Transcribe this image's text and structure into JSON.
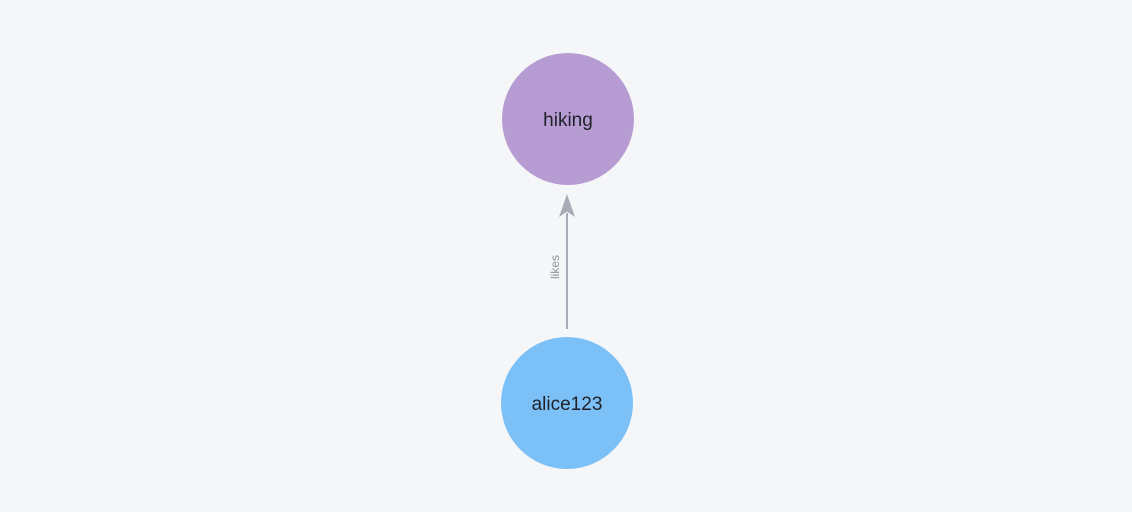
{
  "canvas": {
    "background": "#f5f6f7"
  },
  "graph": {
    "nodes": [
      {
        "id": "hiking",
        "label": "hiking",
        "color": "#b79cd4",
        "text_color": "#1f2126"
      },
      {
        "id": "alice123",
        "label": "alice123",
        "color": "#7cc0f8",
        "text_color": "#1f2126"
      }
    ],
    "edge": {
      "label": "likes",
      "from": "alice123",
      "to": "hiking",
      "color": "#a8acb6",
      "label_color": "#8f939c"
    }
  }
}
